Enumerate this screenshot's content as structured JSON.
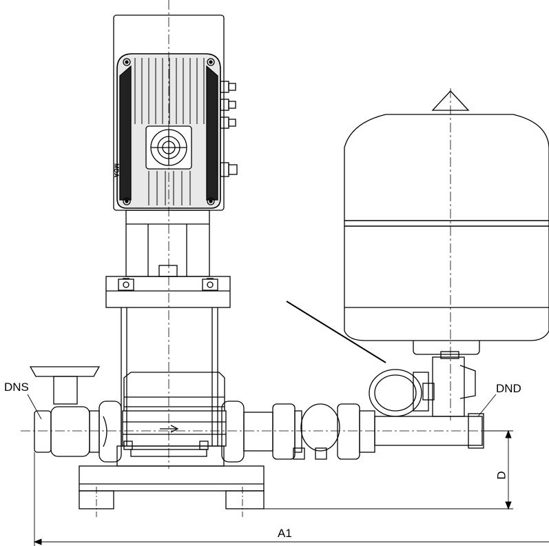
{
  "labels": {
    "suction": "DNS",
    "discharge": "DND",
    "height": "D",
    "length": "A1"
  },
  "motor": {
    "brand": "MDA"
  },
  "colors": {
    "line": "#000000",
    "background": "#ffffff"
  }
}
